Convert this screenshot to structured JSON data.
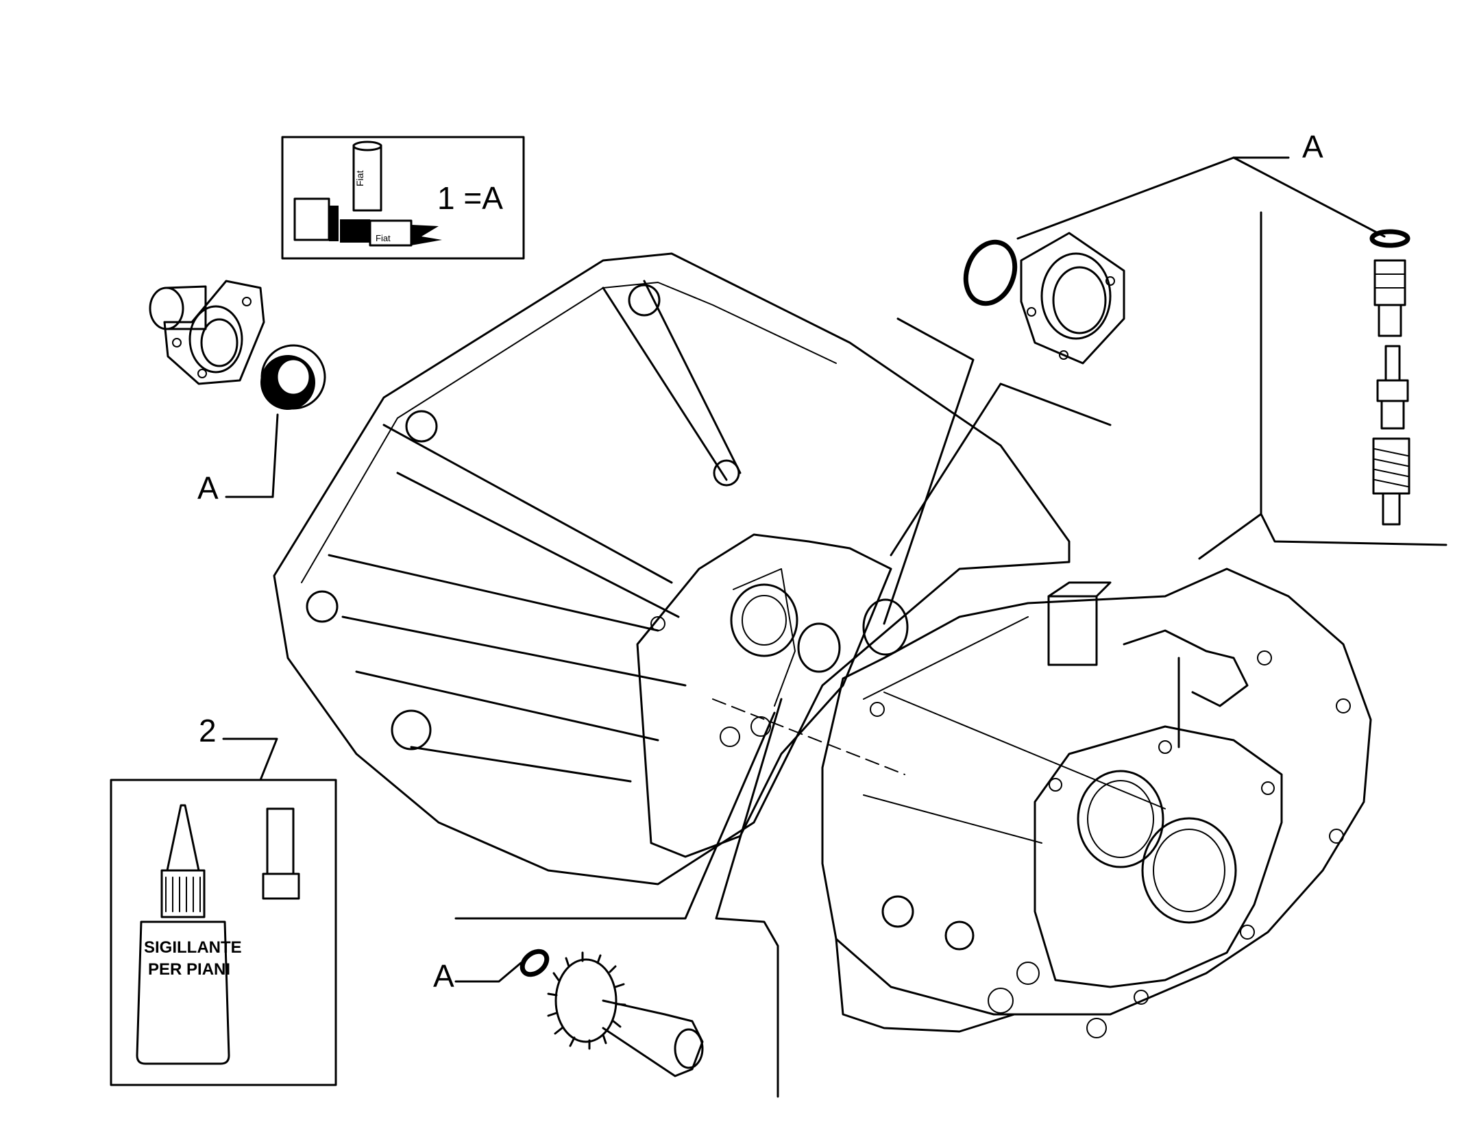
{
  "legend_box": {
    "text": "1 =A",
    "brand": "Fiat"
  },
  "labels": {
    "a_top_right": "A",
    "a_left": "A",
    "a_bottom": "A",
    "ref_2": "2"
  },
  "sealant": {
    "bottle_text_line1": "SIGILLANTE",
    "bottle_text_line2": "PER PIANI"
  },
  "colors": {
    "line": "#000000",
    "background": "#ffffff"
  }
}
